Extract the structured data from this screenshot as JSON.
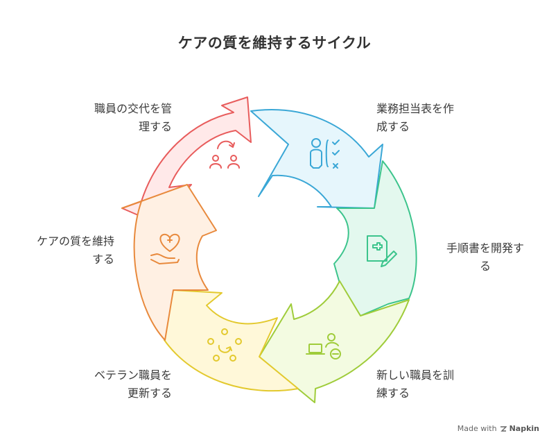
{
  "title": "ケアの質を維持するサイクル",
  "steps": [
    {
      "id": "schedule",
      "line1": "業務担当表を作",
      "line2": "成する",
      "color": "#3aa7d6",
      "fill": "#e6f6fc",
      "icon": "person-checklist-icon"
    },
    {
      "id": "procedures",
      "line1": "手順書を開発す",
      "line2": "る",
      "color": "#3cc48c",
      "fill": "#e3f8ee",
      "icon": "medical-document-icon"
    },
    {
      "id": "training",
      "line1": "新しい職員を訓",
      "line2": "練する",
      "color": "#9fcc3a",
      "fill": "#f3fbe1",
      "icon": "laptop-person-icon"
    },
    {
      "id": "update",
      "line1": "ベテラン職員を",
      "line2": "更新する",
      "color": "#e3c92e",
      "fill": "#fff8d9",
      "icon": "refresh-network-icon"
    },
    {
      "id": "maintain",
      "line1": "ケアの質を維持",
      "line2": "する",
      "color": "#e8893c",
      "fill": "#fff0e3",
      "icon": "hand-heart-icon"
    },
    {
      "id": "manage-turnover",
      "line1": "職員の交代を管",
      "line2": "理する",
      "color": "#e85c5c",
      "fill": "#ffe9e9",
      "icon": "people-rotation-icon"
    }
  ],
  "footer": {
    "made_with": "Made with",
    "brand": "Napkin"
  }
}
